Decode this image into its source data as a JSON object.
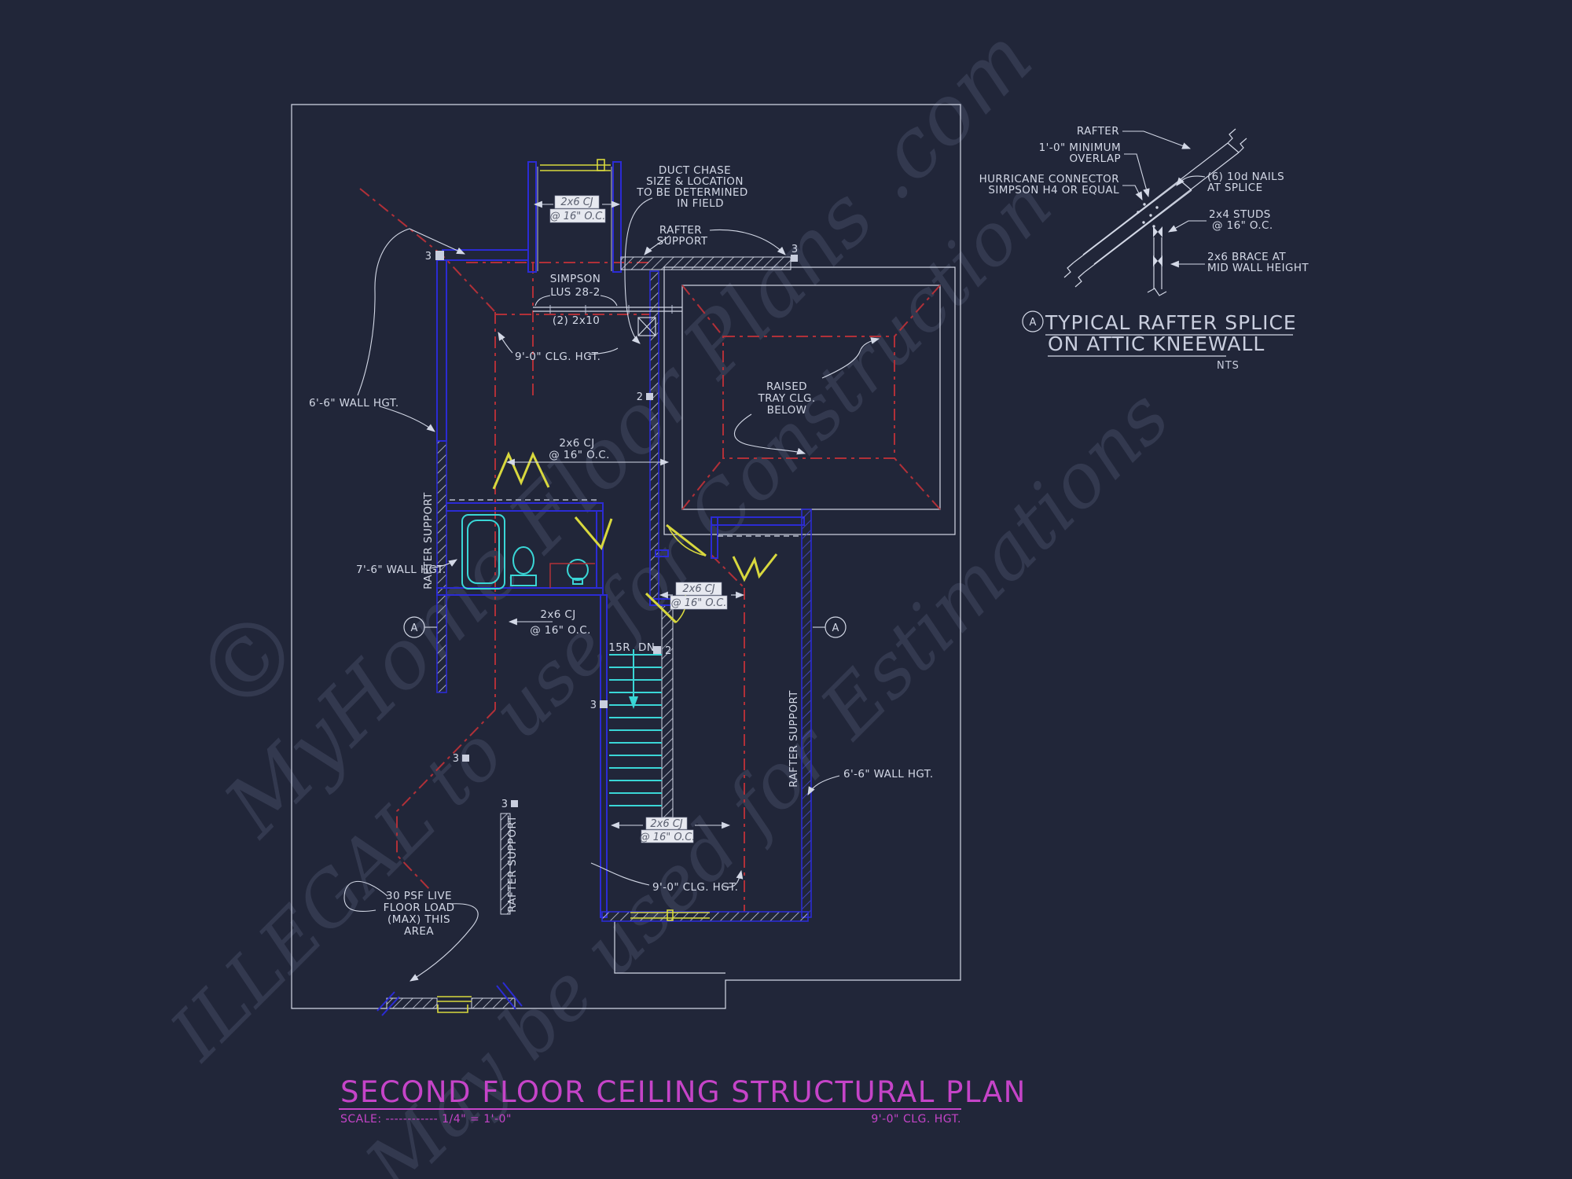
{
  "colors": {
    "background": "#212639",
    "line": "#d3d8e6",
    "wall_blue": "#2b2bd4",
    "roof_red": "#b13038",
    "header_yellow": "#d8d83e",
    "fixture_cyan": "#3ad6d6",
    "title_magenta": "#c544c8",
    "watermark": "#8d97bc"
  },
  "watermarks": {
    "copyright": "©",
    "line1": "MyHome Floor Plans .com",
    "line2": "ILLEGAL to use for Construction",
    "line3": "May be used for Estimations"
  },
  "plan": {
    "labels": {
      "duct1": "DUCT CHASE",
      "duct2": "SIZE & LOCATION",
      "duct3": "TO BE DETERMINED",
      "duct4": "IN FIELD",
      "rs1": "RAFTER",
      "rs2": "SUPPORT",
      "rsv": "RAFTER SUPPORT",
      "simpson1": "SIMPSON",
      "simpson2": "LUS 28-2",
      "beam": "(2) 2x10",
      "clg9": "9'-0\" CLG. HGT.",
      "cj1": "2x6 CJ",
      "cj2": "@ 16\" O.C.",
      "wall66": "6'-6\" WALL HGT.",
      "wall76": "7'-6\" WALL HGT.",
      "tray1": "RAISED",
      "tray2": "TRAY CLG.",
      "tray3": "BELOW",
      "stairs_r": "15R",
      "stairs_dn": "DN",
      "load1": "30 PSF LIVE",
      "load2": "FLOOR LOAD",
      "load3": "(MAX) THIS",
      "load4": "AREA",
      "m2": "2",
      "m3": "3",
      "secA": "A"
    }
  },
  "detail": {
    "callout_letter": "A",
    "title1": "TYPICAL RAFTER SPLICE",
    "title2": "ON ATTIC KNEEWALL",
    "scale": "NTS",
    "labels": {
      "rafter": "RAFTER",
      "overlap1": "1'-0\" MINIMUM",
      "overlap2": "OVERLAP",
      "hurr1": "HURRICANE CONNECTOR",
      "hurr2": "SIMPSON H4 OR EQUAL",
      "nails1": "(6) 10d NAILS",
      "nails2": "AT SPLICE",
      "studs1": "2x4 STUDS",
      "studs2": "@ 16\" O.C.",
      "brace1": "2x6 BRACE AT",
      "brace2": "MID WALL HEIGHT"
    }
  },
  "title_block": {
    "title": "SECOND FLOOR CEILING STRUCTURAL PLAN",
    "scale_label": "SCALE: ------------ 1/4\" = 1'-0\"",
    "clg_note": "9'-0\" CLG. HGT."
  }
}
